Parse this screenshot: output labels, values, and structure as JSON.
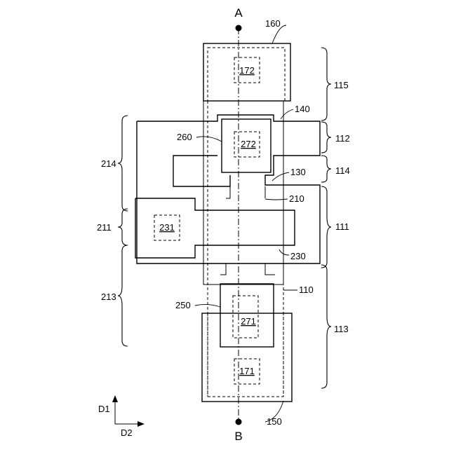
{
  "figure": {
    "section_top": "A",
    "section_bottom": "B",
    "axis_d1": "D1",
    "axis_d2": "D2"
  },
  "parts": {
    "p110": "110",
    "p111": "111",
    "p112": "112",
    "p113": "113",
    "p114": "114",
    "p115": "115",
    "p130": "130",
    "p140": "140",
    "p150": "150",
    "p160": "160",
    "p171": "171",
    "p172": "172",
    "p210": "210",
    "p211": "211",
    "p213": "213",
    "p214": "214",
    "p230": "230",
    "p231": "231",
    "p250": "250",
    "p260": "260",
    "p271": "271",
    "p272": "272"
  }
}
